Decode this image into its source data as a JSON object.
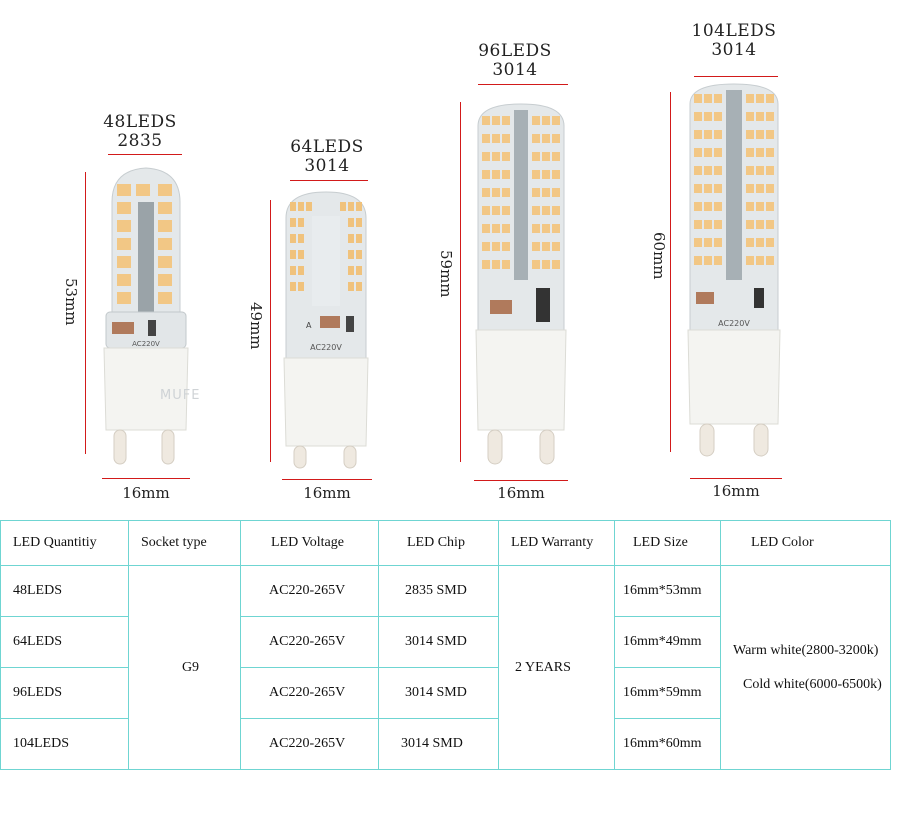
{
  "bulbs": [
    {
      "id": "48",
      "count_label": "48LEDS",
      "chip_label": "2835",
      "height_label": "53mm",
      "width_label": "16mm"
    },
    {
      "id": "64",
      "count_label": "64LEDS",
      "chip_label": "3014",
      "height_label": "49mm",
      "width_label": "16mm"
    },
    {
      "id": "96",
      "count_label": "96LEDS",
      "chip_label": "3014",
      "height_label": "59mm",
      "width_label": "16mm"
    },
    {
      "id": "104",
      "count_label": "104LEDS",
      "chip_label": "3014",
      "height_label": "60mm",
      "width_label": "16mm"
    }
  ],
  "bulb_print": {
    "voltage_mark": "AC220V",
    "a_mark": "A"
  },
  "watermark": "MUFE",
  "table": {
    "headers": [
      "LED Quantitiy",
      "Socket type",
      "LED Voltage",
      "LED Chip",
      "LED  Warranty",
      "LED Size",
      "LED Color"
    ],
    "socket": "G9",
    "warranty": "2 YEARS",
    "colors": [
      "Warm white(2800-3200k)",
      "Cold white(6000-6500k)"
    ],
    "rows": [
      {
        "qty": "48LEDS",
        "voltage": "AC220-265V",
        "chip": "2835 SMD",
        "size": "16mm*53mm"
      },
      {
        "qty": "64LEDS",
        "voltage": "AC220-265V",
        "chip": "3014 SMD",
        "size": "16mm*49mm"
      },
      {
        "qty": "96LEDS",
        "voltage": "AC220-265V",
        "chip": "3014 SMD",
        "size": "16mm*59mm"
      },
      {
        "qty": "104LEDS",
        "voltage": "AC220-265V",
        "chip": "3014 SMD",
        "size": "16mm*60mm"
      }
    ]
  },
  "colors": {
    "accent_red": "#d21a1a",
    "table_border": "#6fd5d2",
    "led_amber": "#f2c785"
  }
}
